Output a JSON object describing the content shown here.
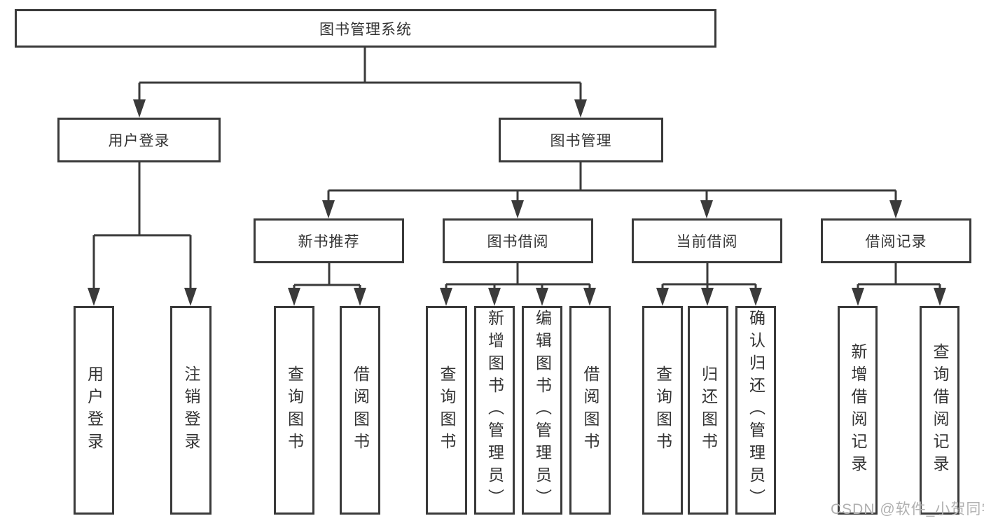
{
  "colors": {
    "line": "#3a3a3a",
    "text": "#333333",
    "watermark": "#b0b0b0",
    "background": "#ffffff"
  },
  "tree": {
    "root": {
      "label": "图书管理系统",
      "children": [
        {
          "label": "用户登录",
          "children": [
            {
              "label": "用户登录"
            },
            {
              "label": "注销登录"
            }
          ]
        },
        {
          "label": "图书管理",
          "children": [
            {
              "label": "新书推荐",
              "children": [
                {
                  "label": "查询图书"
                },
                {
                  "label": "借阅图书"
                }
              ]
            },
            {
              "label": "图书借阅",
              "children": [
                {
                  "label": "查询图书"
                },
                {
                  "label": "新增图书（管理员）"
                },
                {
                  "label": "编辑图书（管理员）"
                },
                {
                  "label": "借阅图书"
                }
              ]
            },
            {
              "label": "当前借阅",
              "children": [
                {
                  "label": "查询图书"
                },
                {
                  "label": "归还图书"
                },
                {
                  "label": "确认归还（管理员）"
                }
              ]
            },
            {
              "label": "借阅记录",
              "children": [
                {
                  "label": "新增借阅记录"
                },
                {
                  "label": "查询借阅记录"
                }
              ]
            }
          ]
        }
      ]
    }
  },
  "watermark": {
    "text": "CSDN @软件_小贺同学"
  }
}
